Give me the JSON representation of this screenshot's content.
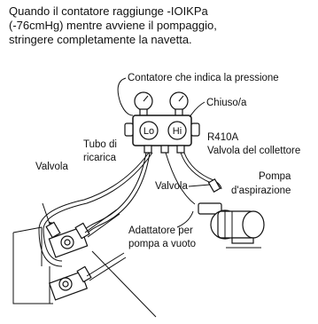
{
  "instruction": {
    "line1": "Quando il contatore raggiunge -IOIKPa",
    "line2": "(-76cmHg) mentre avviene il pompaggio,",
    "line3": "stringere completamente la navetta."
  },
  "labels": {
    "pressure_gauge": "Contatore che indica la pressione",
    "closed": "Chiuso/a",
    "refrigerant": "R410A",
    "manifold_valve": "Valvola del collettore",
    "charge_hose_1": "Tubo di",
    "charge_hose_2": "ricarica",
    "valve_left": "Valvola",
    "valve_right": "Valvola",
    "vacuum_pump_1": "Pompa",
    "vacuum_pump_2": "d'aspirazione",
    "adapter_1": "Adattatore per",
    "adapter_2": "pompa a vuoto"
  },
  "gauges": {
    "low": "Lo",
    "high": "Hi"
  }
}
